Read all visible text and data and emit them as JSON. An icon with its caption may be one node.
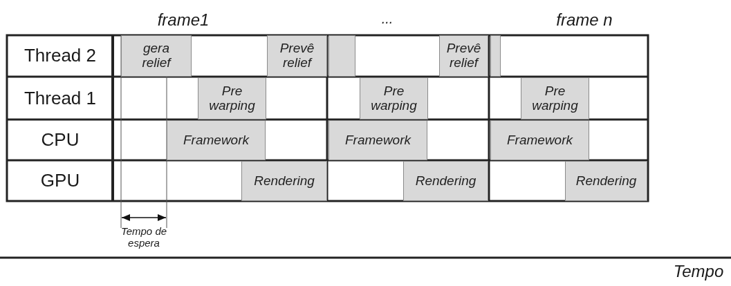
{
  "diagram": {
    "nodes": [
      {
        "text": [
          "gera relief"
        ]
      },
      {
        "text": [
          "Prevê relief"
        ]
      },
      {
        "text": [],
        "shape": "box"
      },
      {
        "text": [
          "Prevê relief"
        ]
      },
      {
        "text": [],
        "shape": "box"
      },
      {
        "text": [
          "Pre warping"
        ]
      },
      {
        "text": [
          "Pre warping"
        ]
      },
      {
        "text": [
          "Pre warping"
        ]
      },
      {
        "text": [
          "Framework"
        ]
      },
      {
        "text": [
          "Framework"
        ]
      },
      {
        "text": [
          "Framework"
        ]
      },
      {
        "text": [
          "Rendering"
        ]
      },
      {
        "text": [
          "Rendering"
        ]
      },
      {
        "text": [
          "Rendering"
        ]
      }
    ],
    "labels": [
      "frame1",
      "...",
      "frame n",
      "Thread 2",
      "Thread 1",
      "CPU",
      "GPU",
      "Tempo de espera",
      "Tempo"
    ]
  }
}
